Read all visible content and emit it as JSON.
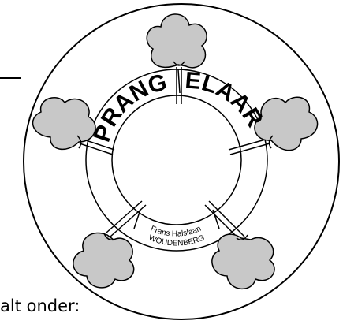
{
  "logo": {
    "text_left": "PRANG",
    "text_right": "ELAAR",
    "address_line1": "Frans Halslaan",
    "address_line2": "WOUDENBERG"
  },
  "caption": "alt onder:",
  "colors": {
    "tree_fill": "#c8c8c8",
    "stroke": "#000000",
    "background": "#ffffff"
  }
}
